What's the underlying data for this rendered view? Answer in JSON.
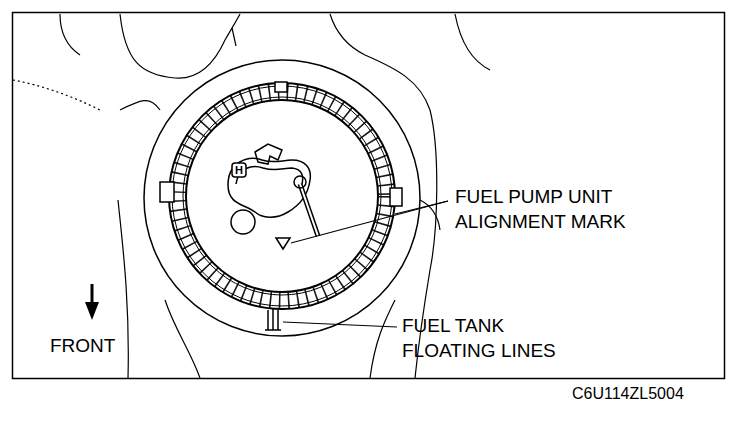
{
  "diagram": {
    "labels": [
      "H",
      "FUEL PUMP UNIT ALIGNMENT MARK",
      "FRONT",
      "FUEL TANK FLOATING LINES",
      "C6U114ZL5004"
    ]
  }
}
